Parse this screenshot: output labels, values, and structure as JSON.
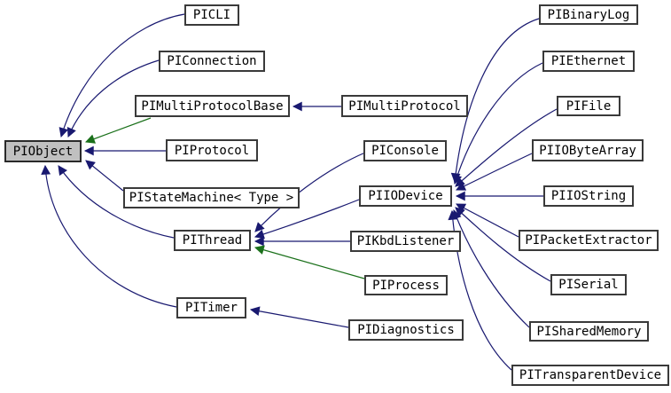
{
  "diagram": {
    "kind": "class-inheritance-graph",
    "colors": {
      "background": "#ffffff",
      "public_inheritance_edge": "#191970",
      "protected_inheritance_edge": "#1a701a",
      "node_fill": "#ffffff",
      "node_border": "#3a3a3a",
      "highlighted_node_fill": "#c0c0c0",
      "text": "#000000"
    },
    "nodes": [
      {
        "label": "PIObject",
        "highlighted": true
      },
      {
        "label": "PICLI"
      },
      {
        "label": "PIConnection"
      },
      {
        "label": "PIMultiProtocolBase"
      },
      {
        "label": "PIMultiProtocol"
      },
      {
        "label": "PIProtocol"
      },
      {
        "label": "PIStateMachine< Type >"
      },
      {
        "label": "PIConsole"
      },
      {
        "label": "PIIODevice"
      },
      {
        "label": "PIThread"
      },
      {
        "label": "PIKbdListener"
      },
      {
        "label": "PIProcess"
      },
      {
        "label": "PITimer"
      },
      {
        "label": "PIDiagnostics"
      },
      {
        "label": "PIBinaryLog"
      },
      {
        "label": "PIEthernet"
      },
      {
        "label": "PIFile"
      },
      {
        "label": "PIIOByteArray"
      },
      {
        "label": "PIIOString"
      },
      {
        "label": "PIPacketExtractor"
      },
      {
        "label": "PISerial"
      },
      {
        "label": "PISharedMemory"
      },
      {
        "label": "PITransparentDevice"
      }
    ],
    "edges": [
      {
        "from": "PICLI",
        "to": "PIObject",
        "relation": "public"
      },
      {
        "from": "PIConnection",
        "to": "PIObject",
        "relation": "public"
      },
      {
        "from": "PIMultiProtocolBase",
        "to": "PIObject",
        "relation": "protected"
      },
      {
        "from": "PIProtocol",
        "to": "PIObject",
        "relation": "public"
      },
      {
        "from": "PIStateMachine< Type >",
        "to": "PIObject",
        "relation": "public"
      },
      {
        "from": "PIThread",
        "to": "PIObject",
        "relation": "public"
      },
      {
        "from": "PITimer",
        "to": "PIObject",
        "relation": "public"
      },
      {
        "from": "PIMultiProtocol",
        "to": "PIMultiProtocolBase",
        "relation": "public"
      },
      {
        "from": "PIConsole",
        "to": "PIThread",
        "relation": "public"
      },
      {
        "from": "PIIODevice",
        "to": "PIThread",
        "relation": "public"
      },
      {
        "from": "PIKbdListener",
        "to": "PIThread",
        "relation": "public"
      },
      {
        "from": "PIProcess",
        "to": "PIThread",
        "relation": "protected"
      },
      {
        "from": "PIDiagnostics",
        "to": "PITimer",
        "relation": "public"
      },
      {
        "from": "PIBinaryLog",
        "to": "PIIODevice",
        "relation": "public"
      },
      {
        "from": "PIEthernet",
        "to": "PIIODevice",
        "relation": "public"
      },
      {
        "from": "PIFile",
        "to": "PIIODevice",
        "relation": "public"
      },
      {
        "from": "PIIOByteArray",
        "to": "PIIODevice",
        "relation": "public"
      },
      {
        "from": "PIIOString",
        "to": "PIIODevice",
        "relation": "public"
      },
      {
        "from": "PIPacketExtractor",
        "to": "PIIODevice",
        "relation": "public"
      },
      {
        "from": "PISerial",
        "to": "PIIODevice",
        "relation": "public"
      },
      {
        "from": "PISharedMemory",
        "to": "PIIODevice",
        "relation": "public"
      },
      {
        "from": "PITransparentDevice",
        "to": "PIIODevice",
        "relation": "public"
      }
    ]
  }
}
